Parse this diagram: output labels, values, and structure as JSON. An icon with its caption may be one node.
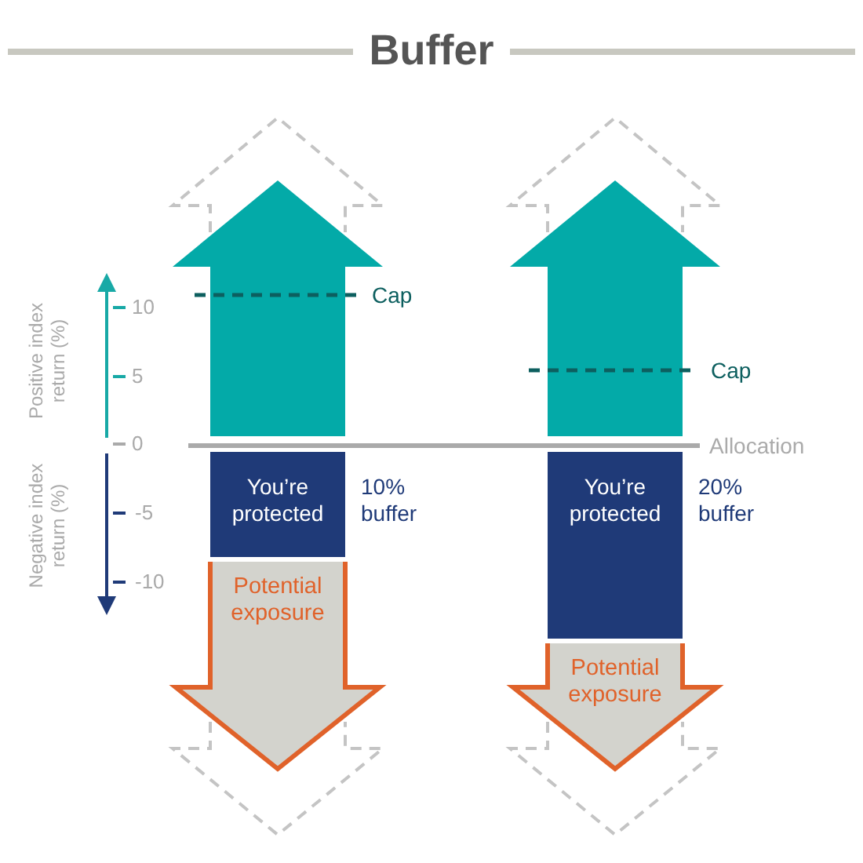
{
  "diagram": {
    "title": "Buffer",
    "nodes": [
      {
        "text": [],
        "shape": "arrow"
      },
      {
        "text": [
          "You’re protected"
        ],
        "beside": [
          "10% buffer"
        ]
      },
      {
        "text": [
          "Potential exposure"
        ]
      },
      {
        "text": [],
        "shape": "arrow"
      },
      {
        "text": [
          "You’re protected"
        ],
        "beside": [
          "20% buffer"
        ]
      },
      {
        "text": [
          "Potential exposure"
        ]
      }
    ],
    "labels": [
      "Positive index return (%)",
      "10",
      "Cap",
      "5",
      "Cap",
      "0",
      "Allocation",
      "Negative index return (%)",
      "-5",
      "-10"
    ]
  }
}
